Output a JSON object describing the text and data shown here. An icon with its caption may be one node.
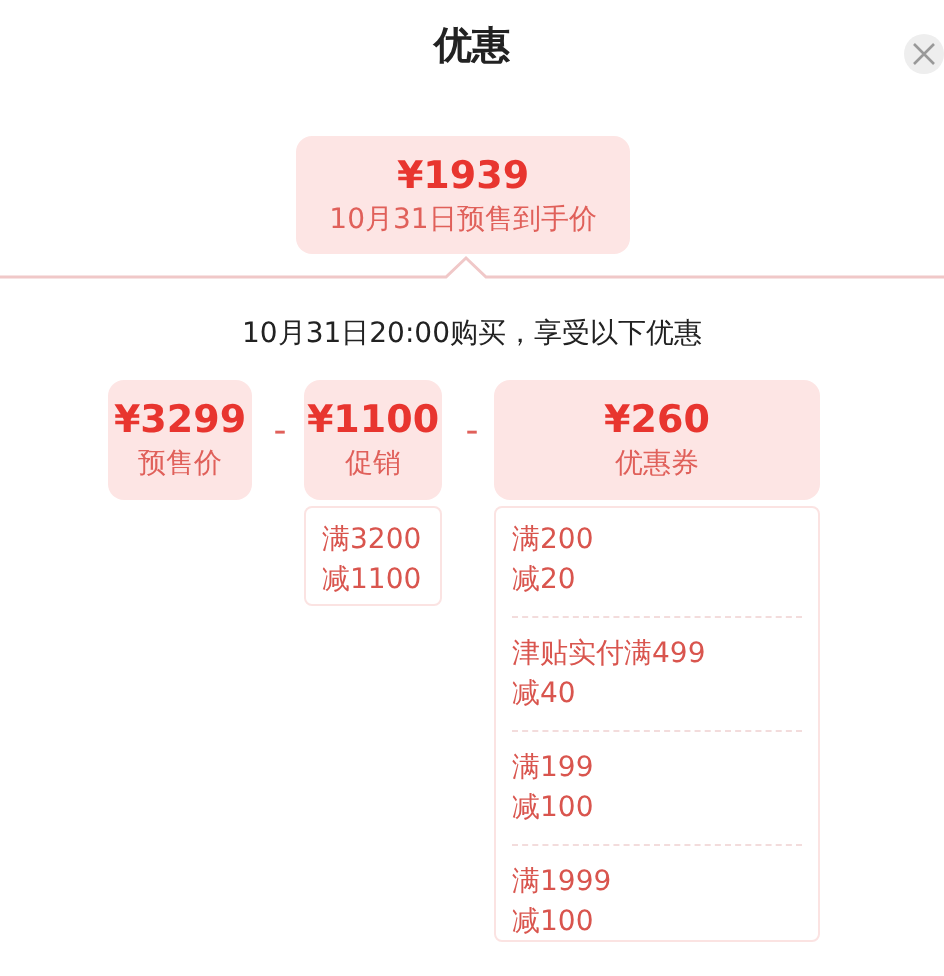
{
  "diagram": {
    "title": "优惠",
    "nodes": [
      {
        "text": [
          "¥1939",
          "10月31日预售到手价"
        ]
      },
      {
        "text": [
          "¥3299",
          "预售价"
        ]
      },
      {
        "text": [
          "¥1100",
          "促销"
        ]
      },
      {
        "text": [
          "¥260",
          "优惠券"
        ]
      },
      {
        "text": [
          "满3200 减1100"
        ]
      },
      {
        "text": [
          "满200 减20",
          "津贴实付满499 减40",
          "满199 减100",
          "满1999 减100"
        ]
      }
    ],
    "labels": [
      "10月31日20:00购买，享受以下优惠",
      "-",
      "-"
    ]
  }
}
